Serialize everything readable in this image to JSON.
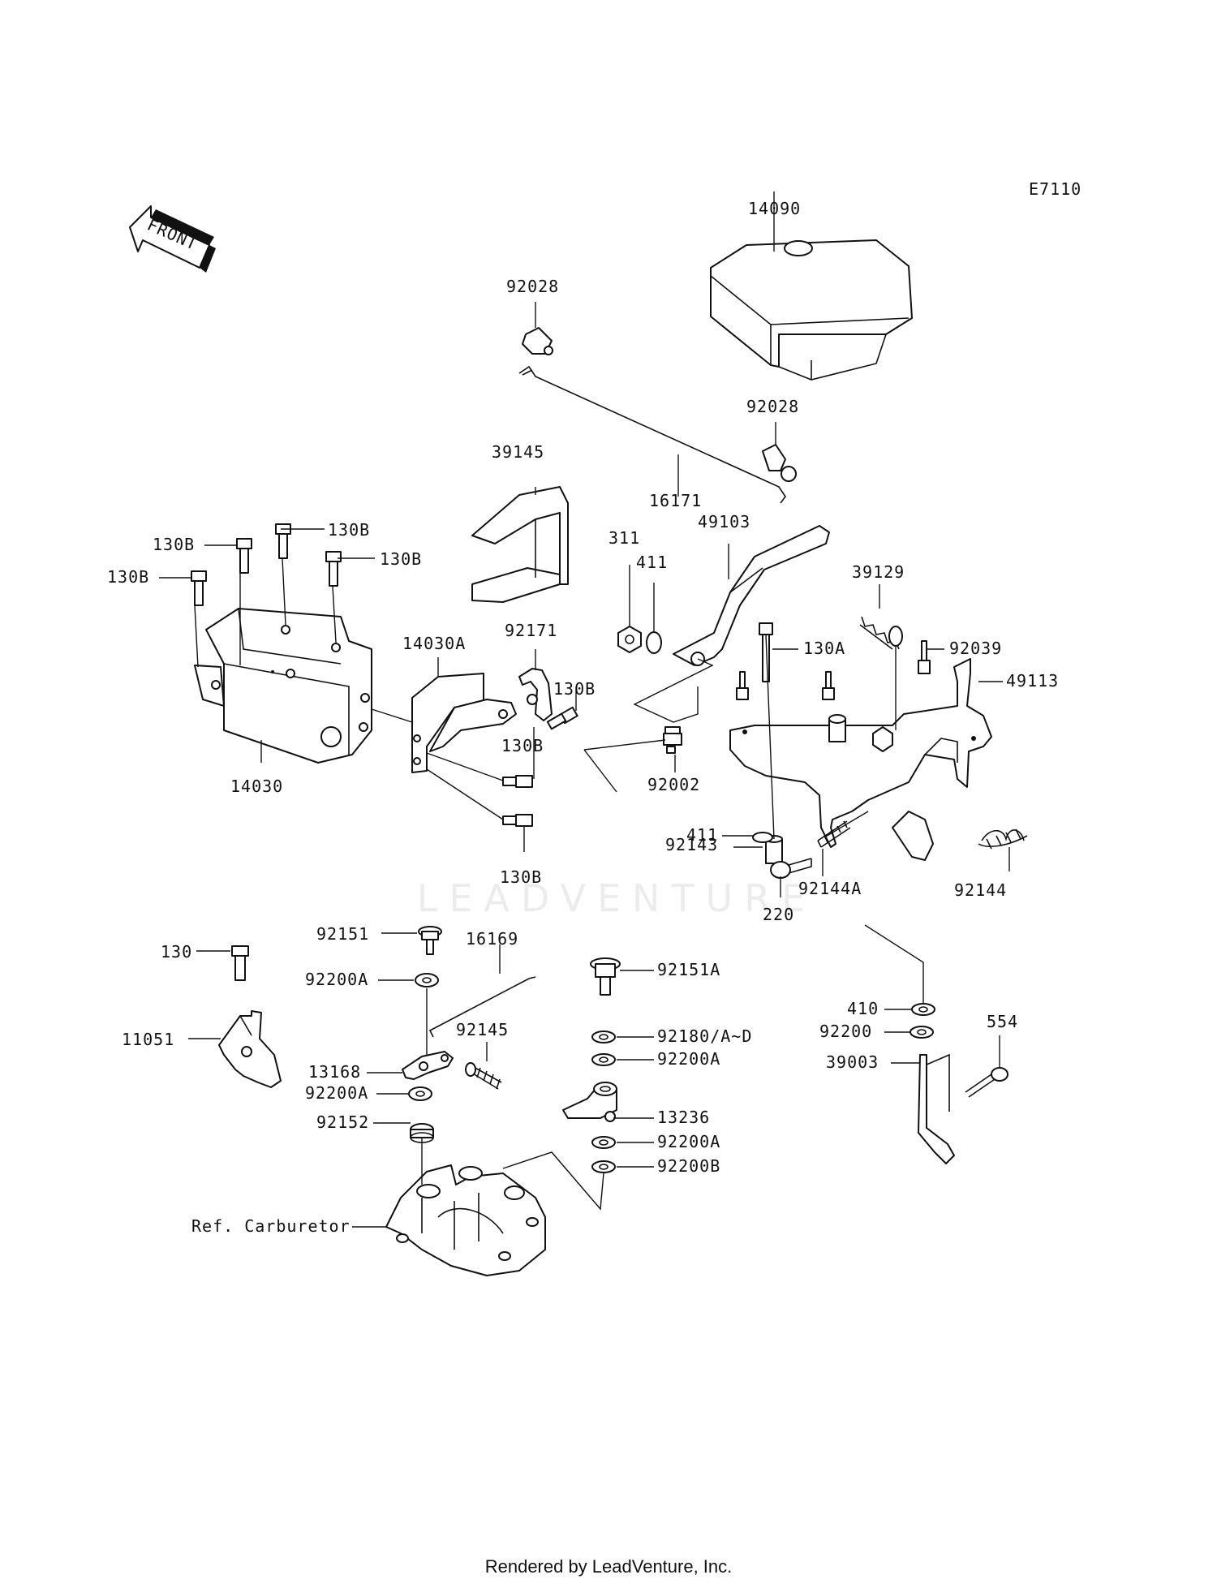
{
  "diagram_code": "E7110",
  "front_label": "FRONT",
  "watermark": "LEADVENTURE",
  "footer": "Rendered by LeadVenture, Inc.",
  "parts": [
    {
      "id": "p-14090",
      "label": "14090"
    },
    {
      "id": "p-92028a",
      "label": "92028"
    },
    {
      "id": "p-92028b",
      "label": "92028"
    },
    {
      "id": "p-16171",
      "label": "16171"
    },
    {
      "id": "p-39145",
      "label": "39145"
    },
    {
      "id": "p-49103",
      "label": "49103"
    },
    {
      "id": "p-311",
      "label": "311"
    },
    {
      "id": "p-411a",
      "label": "411"
    },
    {
      "id": "p-39129",
      "label": "39129"
    },
    {
      "id": "p-130a",
      "label": "130A"
    },
    {
      "id": "p-92039",
      "label": "92039"
    },
    {
      "id": "p-49113",
      "label": "49113"
    },
    {
      "id": "p-130b1",
      "label": "130B"
    },
    {
      "id": "p-130b2",
      "label": "130B"
    },
    {
      "id": "p-130b3",
      "label": "130B"
    },
    {
      "id": "p-130b4",
      "label": "130B"
    },
    {
      "id": "p-14030a",
      "label": "14030A"
    },
    {
      "id": "p-92171",
      "label": "92171"
    },
    {
      "id": "p-130b5",
      "label": "130B"
    },
    {
      "id": "p-130b6",
      "label": "130B"
    },
    {
      "id": "p-14030",
      "label": "14030"
    },
    {
      "id": "p-92002",
      "label": "92002"
    },
    {
      "id": "p-92143",
      "label": "92143"
    },
    {
      "id": "p-411b",
      "label": "411"
    },
    {
      "id": "p-92144a",
      "label": "92144A"
    },
    {
      "id": "p-92144",
      "label": "92144"
    },
    {
      "id": "p-130b7",
      "label": "130B"
    },
    {
      "id": "p-220",
      "label": "220"
    },
    {
      "id": "p-130",
      "label": "130"
    },
    {
      "id": "p-11051",
      "label": "11051"
    },
    {
      "id": "p-92151",
      "label": "92151"
    },
    {
      "id": "p-16169",
      "label": "16169"
    },
    {
      "id": "p-92200a1",
      "label": "92200A"
    },
    {
      "id": "p-92145",
      "label": "92145"
    },
    {
      "id": "p-13168",
      "label": "13168"
    },
    {
      "id": "p-92200a2",
      "label": "92200A"
    },
    {
      "id": "p-92152",
      "label": "92152"
    },
    {
      "id": "p-ref-carb",
      "label": "Ref. Carburetor"
    },
    {
      "id": "p-92151a",
      "label": "92151A"
    },
    {
      "id": "p-92180",
      "label": "92180/A~D"
    },
    {
      "id": "p-92200a3",
      "label": "92200A"
    },
    {
      "id": "p-13236",
      "label": "13236"
    },
    {
      "id": "p-92200a4",
      "label": "92200A"
    },
    {
      "id": "p-92200b",
      "label": "92200B"
    },
    {
      "id": "p-410",
      "label": "410"
    },
    {
      "id": "p-92200",
      "label": "92200"
    },
    {
      "id": "p-554",
      "label": "554"
    },
    {
      "id": "p-39003",
      "label": "39003"
    }
  ]
}
